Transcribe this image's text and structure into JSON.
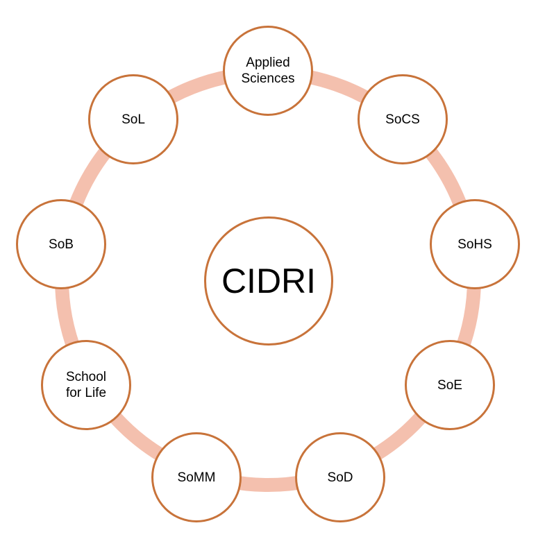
{
  "diagram": {
    "center": {
      "label": "CIDRI"
    },
    "nodes": [
      {
        "id": "applied-sciences",
        "label": "Applied\nSciences"
      },
      {
        "id": "socs",
        "label": "SoCS"
      },
      {
        "id": "sohs",
        "label": "SoHS"
      },
      {
        "id": "soe",
        "label": "SoE"
      },
      {
        "id": "sod",
        "label": "SoD"
      },
      {
        "id": "somm",
        "label": "SoMM"
      },
      {
        "id": "school-for-life",
        "label": "School\nfor Life"
      },
      {
        "id": "sob",
        "label": "SoB"
      },
      {
        "id": "sol",
        "label": "SoL"
      }
    ],
    "colors": {
      "node_border": "#c8733a",
      "ring": "#f4c0ae",
      "text": "#000000",
      "background": "#ffffff"
    }
  }
}
